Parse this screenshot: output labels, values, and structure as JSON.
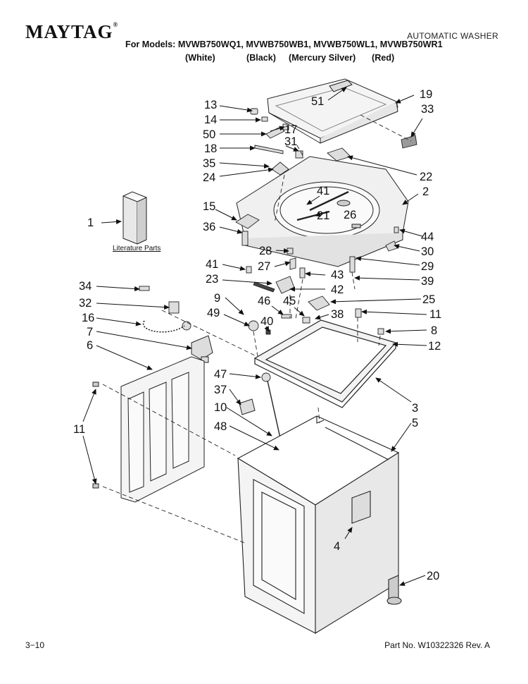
{
  "header": {
    "brand": "MAYTAG",
    "brand_mark": "®",
    "document_type": "AUTOMATIC WASHER",
    "models_line": "For Models: MVWB750WQ1, MVWB750WB1, MVWB750WL1, MVWB750WR1",
    "variants": [
      "(White)",
      "(Black)",
      "(Mercury Silver)",
      "(Red)"
    ]
  },
  "literature_label": "Literature Parts",
  "footer": {
    "page": "3−10",
    "part_no": "Part No. W10322326 Rev. A"
  },
  "callouts": [
    "51",
    "13",
    "19",
    "33",
    "14",
    "17",
    "50",
    "31",
    "18",
    "35",
    "22",
    "24",
    "41",
    "2",
    "15",
    "21",
    "26",
    "1",
    "36",
    "44",
    "28",
    "30",
    "27",
    "29",
    "41",
    "43",
    "23",
    "39",
    "42",
    "34",
    "9",
    "46",
    "45",
    "25",
    "32",
    "49",
    "38",
    "11",
    "16",
    "40",
    "8",
    "7",
    "12",
    "6",
    "47",
    "37",
    "3",
    "10",
    "5",
    "48",
    "11",
    "4",
    "20"
  ]
}
